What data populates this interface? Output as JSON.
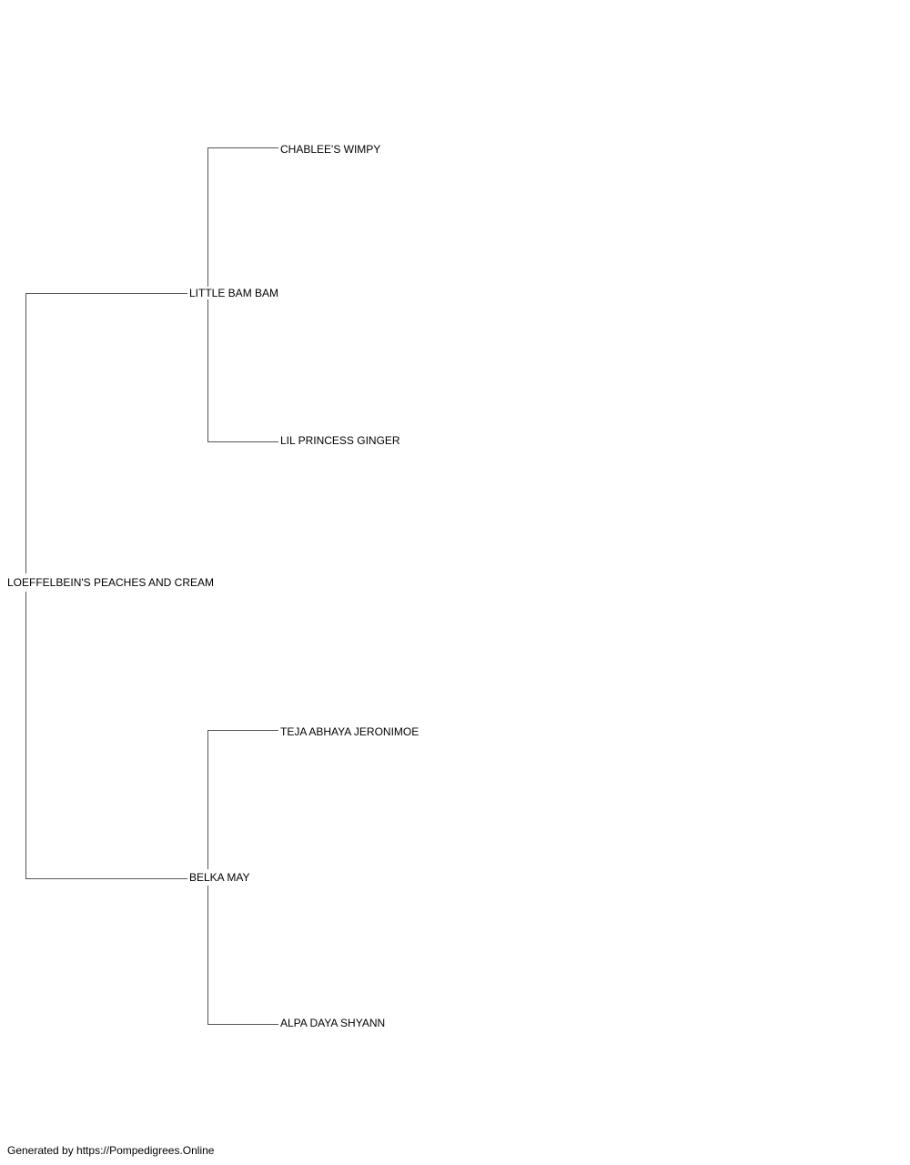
{
  "pedigree": {
    "subject": "LOEFFELBEIN'S PEACHES AND CREAM",
    "sire": {
      "name": "LITTLE BAM BAM",
      "sire": "CHABLEE'S WIMPY",
      "dam": "LIL PRINCESS GINGER"
    },
    "dam": {
      "name": "BELKA MAY",
      "sire": "TEJA ABHAYA JERONIMOE",
      "dam": "ALPA DAYA SHYANN"
    }
  },
  "footer": {
    "text": "Generated by https://Pompedigrees.Online"
  },
  "colors": {
    "line": "#555555",
    "text": "#000000",
    "background": "#ffffff"
  }
}
